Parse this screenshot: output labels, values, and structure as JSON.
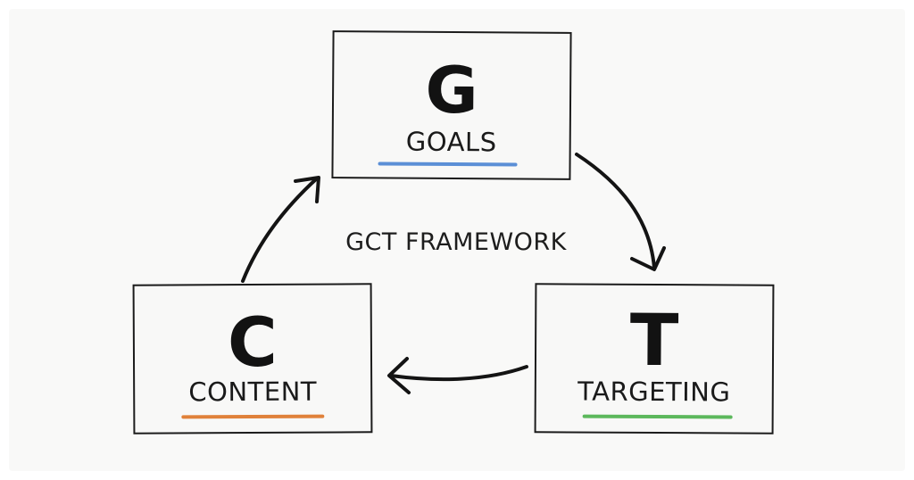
{
  "diagram": {
    "title": "GCT FRAMEWORK",
    "nodes": [
      {
        "id": "goals",
        "letter": "G",
        "label": "GOALS",
        "underline_color": "#5b8fd6"
      },
      {
        "id": "targeting",
        "letter": "T",
        "label": "TARGETING",
        "underline_color": "#5cb85c"
      },
      {
        "id": "content",
        "letter": "C",
        "label": "CONTENT",
        "underline_color": "#e0813a"
      }
    ],
    "edges": [
      {
        "from": "goals",
        "to": "targeting"
      },
      {
        "from": "targeting",
        "to": "content"
      },
      {
        "from": "content",
        "to": "goals"
      }
    ]
  }
}
